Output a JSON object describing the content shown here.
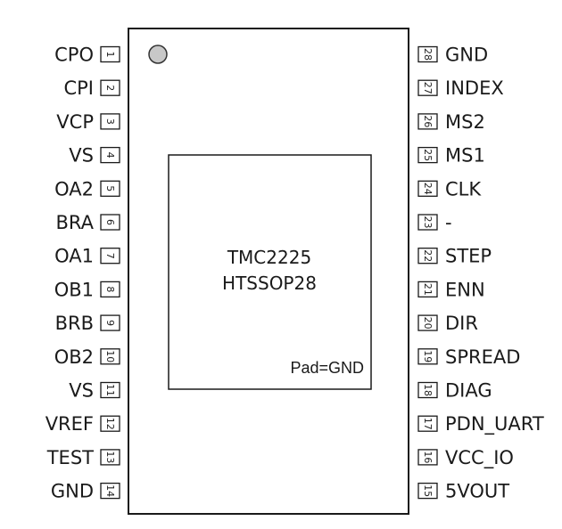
{
  "chip": {
    "part_number": "TMC2225",
    "package": "HTSSOP28",
    "pad_label": "Pad=GND"
  },
  "left_pins": [
    {
      "number": "1",
      "name": "CPO"
    },
    {
      "number": "2",
      "name": "CPI"
    },
    {
      "number": "3",
      "name": "VCP"
    },
    {
      "number": "4",
      "name": "VS"
    },
    {
      "number": "5",
      "name": "OA2"
    },
    {
      "number": "6",
      "name": "BRA"
    },
    {
      "number": "7",
      "name": "OA1"
    },
    {
      "number": "8",
      "name": "OB1"
    },
    {
      "number": "9",
      "name": "BRB"
    },
    {
      "number": "10",
      "name": "OB2"
    },
    {
      "number": "11",
      "name": "VS"
    },
    {
      "number": "12",
      "name": "VREF"
    },
    {
      "number": "13",
      "name": "TEST"
    },
    {
      "number": "14",
      "name": "GND"
    }
  ],
  "right_pins": [
    {
      "number": "28",
      "name": "GND"
    },
    {
      "number": "27",
      "name": "INDEX"
    },
    {
      "number": "26",
      "name": "MS2"
    },
    {
      "number": "25",
      "name": "MS1"
    },
    {
      "number": "24",
      "name": "CLK"
    },
    {
      "number": "23",
      "name": "-"
    },
    {
      "number": "22",
      "name": "STEP"
    },
    {
      "number": "21",
      "name": "ENN"
    },
    {
      "number": "20",
      "name": "DIR"
    },
    {
      "number": "19",
      "name": "SPREAD"
    },
    {
      "number": "18",
      "name": "DIAG"
    },
    {
      "number": "17",
      "name": "PDN_UART"
    },
    {
      "number": "16",
      "name": "VCC_IO"
    },
    {
      "number": "15",
      "name": "5VOUT"
    }
  ],
  "colors": {
    "outline": "#1a1a1a",
    "pin1_marker": "#c8c8c8"
  }
}
